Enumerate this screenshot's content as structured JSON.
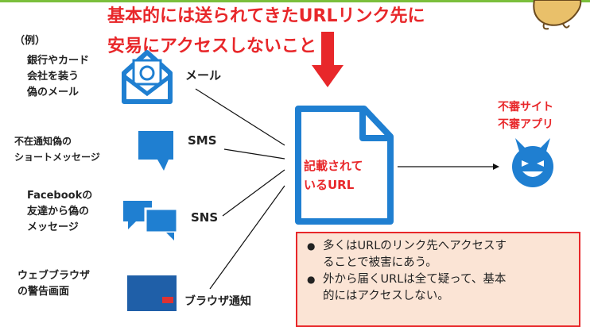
{
  "headline": {
    "line1": "基本的には送られてきたURLリンク先に",
    "line2": "安易にアクセスしないこと"
  },
  "example_label": "（例）",
  "sources": [
    {
      "label_lines": [
        "銀行やカード",
        "会社を装う",
        "偽のメール"
      ],
      "channel": "メール",
      "icon": "mail-icon"
    },
    {
      "label_lines": [
        "不在通知偽の",
        "ショートメッセージ"
      ],
      "channel": "SMS",
      "icon": "chat-bubble-icon"
    },
    {
      "label_lines": [
        "Facebookの",
        "友達から偽の",
        "メッセージ"
      ],
      "channel": "SNS",
      "icon": "chat-bubbles-icon"
    },
    {
      "label_lines": [
        "ウェブブラウザ",
        "の警告画面"
      ],
      "channel": "ブラウザ通知",
      "icon": "browser-warning-image"
    }
  ],
  "url_box": {
    "line1": "記載されて",
    "line2": "いるURL",
    "icon": "document-icon"
  },
  "destination": {
    "line1": "不審サイト",
    "line2": "不審アプリ",
    "icon": "devil-face-icon"
  },
  "notes": [
    {
      "line1": "多くはURLのリンク先へアクセスす",
      "line2": "ることで被害にあう。"
    },
    {
      "line1": "外から届くURLは全て疑って、基本",
      "line2": "的にはアクセスしない。"
    }
  ],
  "colors": {
    "accent_red": "#e8272a",
    "icon_blue": "#1f7fd1",
    "note_bg": "#fbe4d5"
  }
}
